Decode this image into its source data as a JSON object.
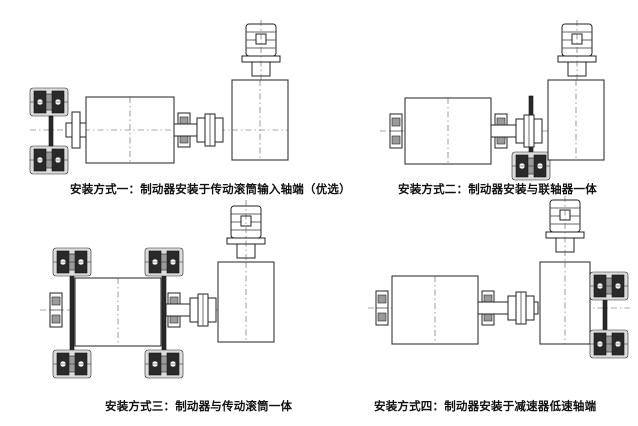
{
  "captions": {
    "method1": "安装方式一：制动器安装于传动滚筒输入轴端（优选）",
    "method2": "安装方式二：制动器安装与联轴器一体",
    "method3": "安装方式三：制动器与传动滚筒一体",
    "method4": "安装方式四：制动器安装于减速器低速轴端"
  },
  "icons": {
    "motor": "motor-icon",
    "reducer": "gearbox-icon",
    "drum": "drum-icon",
    "coupling": "coupling-icon",
    "brake": "disc-brake-icon",
    "bearing": "bearing-seat-icon"
  }
}
